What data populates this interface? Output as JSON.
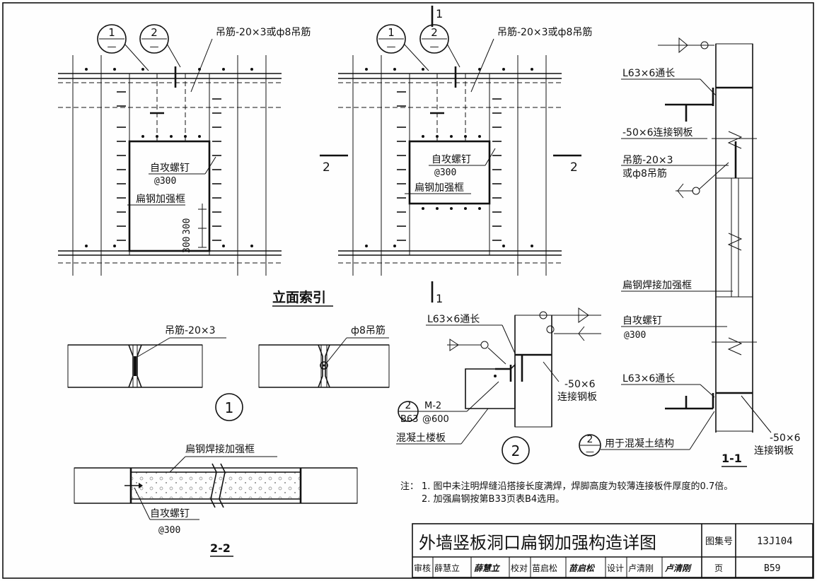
{
  "labels": {
    "hanger_spec": "吊筋-20×3或ф8吊筋",
    "hanger_flat": "吊筋-20×3",
    "hanger_round": "ф8吊筋",
    "hanger_1_1_a": "吊筋-20×3",
    "hanger_1_1_b": "或ф8吊筋",
    "screw": "自攻螺钉",
    "screw_spacing": "@300",
    "flat_steel_frame": "扁钢加强框",
    "welded_frame": "扁钢焊接加强框",
    "angle_steel": "L63×6通长",
    "connect_plate": "-50×6连接钢板",
    "connect_plate_a": "-50×6",
    "connect_plate_b": "连接钢板",
    "concrete_slab": "混凝土楼板",
    "m2": "M-2",
    "b63": "B63",
    "at600": "@600",
    "concrete_structure": "用于混凝土结构",
    "dim_300": "300",
    "dim_300b": "300"
  },
  "callouts": {
    "c1_num": "1",
    "c2_num": "2",
    "c_dash": "—",
    "section_2": "2",
    "section_1": "1",
    "b63_num": "2"
  },
  "view_titles": {
    "elevation_index": "立面索引",
    "detail_1": "1",
    "detail_2": "2",
    "section_2_2": "2-2",
    "section_1_1": "1-1"
  },
  "notes": {
    "prefix": "注：",
    "note1": "1. 图中未注明焊缝沿搭接长度满焊，焊脚高度为较薄连接板件厚度的0.7倍。",
    "note2": "2. 加强扁钢按第B33页表B4选用。"
  },
  "title_block": {
    "title": "外墙竖板洞口扁钢加强构造详图",
    "atlas_label": "图集号",
    "atlas_no": "13J104",
    "review_label": "审核",
    "reviewer": "薛慧立",
    "reviewer_sig": "薛慧立",
    "check_label": "校对",
    "checker": "苗启松",
    "checker_sig": "苗启松",
    "design_label": "设计",
    "designer": "卢清刚",
    "designer_sig": "卢清刚",
    "page_label": "页",
    "page_no": "B59"
  }
}
